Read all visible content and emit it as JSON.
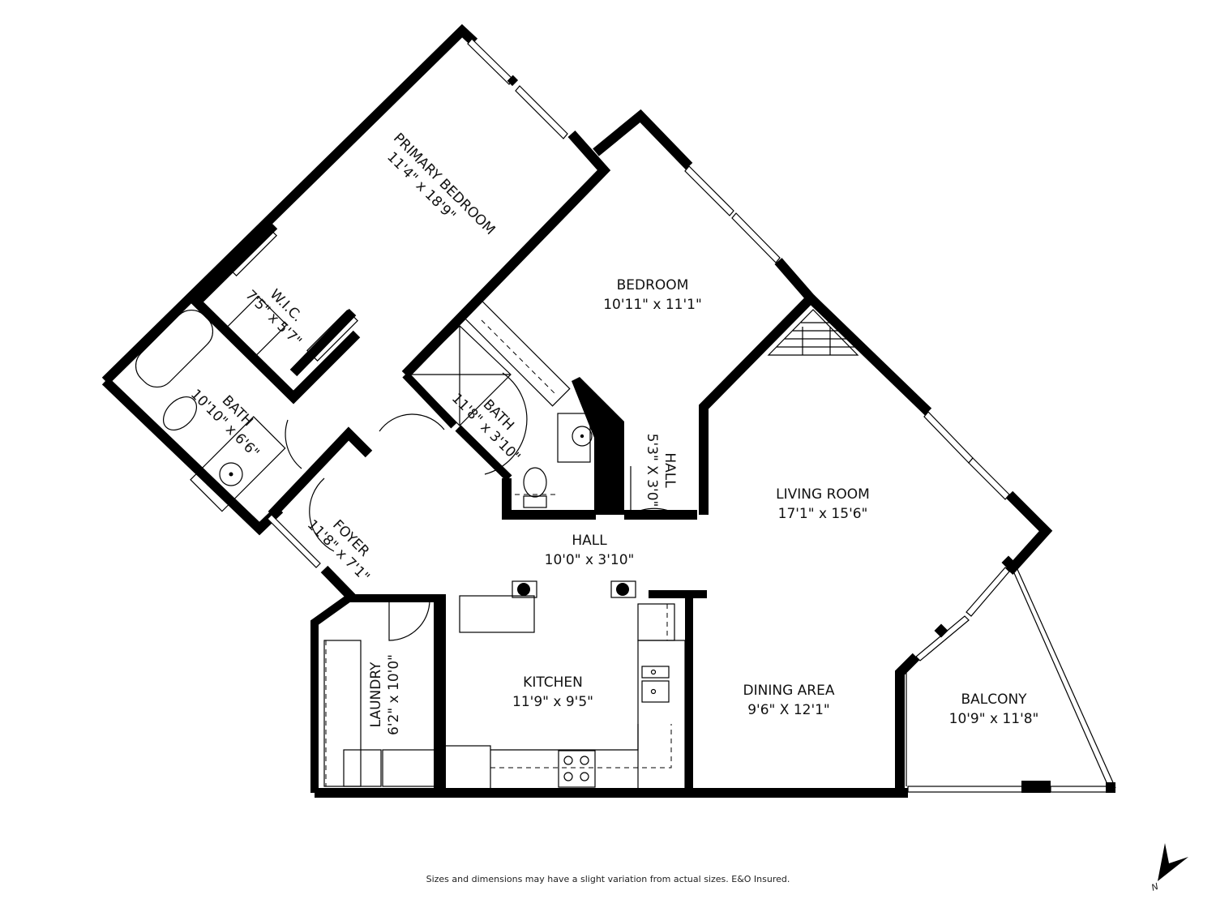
{
  "floorplan": {
    "rooms": [
      {
        "id": "primary-bedroom",
        "name": "PRIMARY BEDROOM",
        "dims": "11'4\" x 18'9\""
      },
      {
        "id": "wic",
        "name": "W.I.C.",
        "dims": "7'5\" x 5'7\""
      },
      {
        "id": "bath-1",
        "name": "BATH",
        "dims": "10'10\" x 6'6\""
      },
      {
        "id": "bath-2",
        "name": "BATH",
        "dims": "11'8\" x 3'10\""
      },
      {
        "id": "bedroom",
        "name": "BEDROOM",
        "dims": "10'11\" x 11'1\""
      },
      {
        "id": "hall-small",
        "name": "HALL",
        "dims": "5'3\" X 3'0\""
      },
      {
        "id": "foyer",
        "name": "FOYER",
        "dims": "11'8\" x 7'1\""
      },
      {
        "id": "hall",
        "name": "HALL",
        "dims": "10'0\" x 3'10\""
      },
      {
        "id": "living-room",
        "name": "LIVING ROOM",
        "dims": "17'1\" x 15'6\""
      },
      {
        "id": "laundry",
        "name": "LAUNDRY",
        "dims": "6'2\" x 10'0\""
      },
      {
        "id": "kitchen",
        "name": "KITCHEN",
        "dims": "11'9\" x 9'5\""
      },
      {
        "id": "dining-area",
        "name": "DINING AREA",
        "dims": "9'6\" X 12'1\""
      },
      {
        "id": "balcony",
        "name": "BALCONY",
        "dims": "10'9\" x 11'8\""
      }
    ],
    "compass": {
      "icon": "north-arrow-icon",
      "label": "N"
    },
    "disclaimer": "Sizes and dimensions may have a slight variation from actual sizes. E&O Insured."
  }
}
